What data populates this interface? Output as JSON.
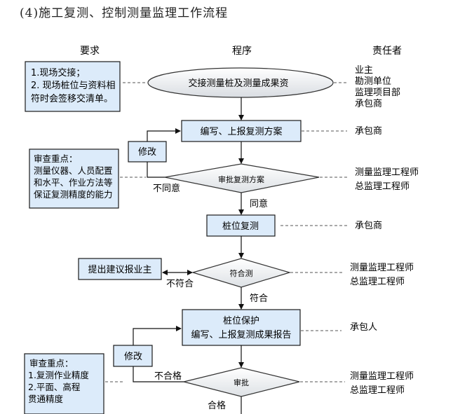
{
  "title": "(4)施工复测、控制测量监理工作流程",
  "headers": {
    "requirements": "要求",
    "procedure": "程序",
    "responsible": "责任者"
  },
  "requirement_boxes": [
    {
      "lines": [
        "1.现场交接；",
        "2. 现场桩位与资料相",
        "符时会签移交清单。"
      ]
    },
    {
      "lines": [
        "审查重点：",
        "测量仪器、人员配置",
        "和水平、作业方法等",
        "保证复测精度的能力"
      ]
    },
    {
      "lines": [
        "审查重点：",
        "1.复测作业精度",
        "2.平面、高程",
        "贯通精度"
      ]
    }
  ],
  "steps": {
    "handover": "交接测量桩及测量成果资",
    "prepare_plan": "编写、上报复测方案",
    "review_plan": "审批复测方案",
    "stake_resurvey": "桩位复测",
    "conform_check": "符合测",
    "propose_owner": "提出建议报业主",
    "stake_protect_line1": "桩位保护",
    "stake_protect_line2": "编写、上报复测成果报告",
    "approve": "审批",
    "modify_1": "修改",
    "modify_2": "修改"
  },
  "branch_labels": {
    "disagree": "不同意",
    "agree": "同意",
    "not_conform": "不符合",
    "conform": "符合",
    "unqualified": "不合格",
    "qualified": "合格"
  },
  "responsible": [
    {
      "lines": [
        "业主",
        "勘测单位",
        "监理项目部",
        "承包商"
      ]
    },
    {
      "lines": [
        "承包商"
      ]
    },
    {
      "lines": [
        "测量监理工程师",
        "总监理工程师"
      ]
    },
    {
      "lines": [
        "承包商"
      ]
    },
    {
      "lines": [
        "测量监理工程师",
        "总监理工程师"
      ]
    },
    {
      "lines": [
        "承包人"
      ]
    },
    {
      "lines": [
        "测量监理工程师",
        "总监理工程师"
      ]
    }
  ],
  "colors": {
    "box_fill": "#dcebfa",
    "shape_gradient_light": "#ffffff",
    "shape_gradient_dark": "#d9dde2"
  }
}
